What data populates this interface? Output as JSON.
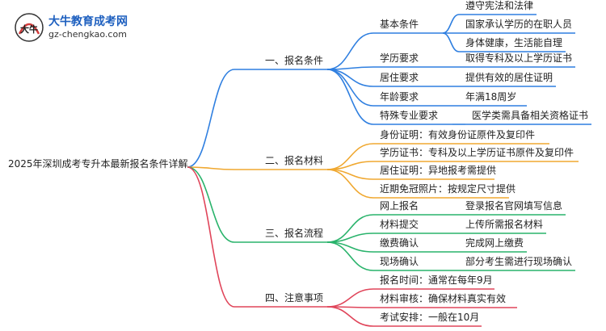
{
  "logo": {
    "title": "大牛教育成考网",
    "url": "gz-chengkao.com",
    "mark_text": "大牛"
  },
  "root": "2025年深圳成考专升本最新报名条件详解",
  "colors": {
    "branch1": "#2f7fe0",
    "branch2": "#f0a830",
    "branch3": "#29b36b",
    "branch4": "#e0455a"
  },
  "branches": [
    {
      "label": "一、报名条件",
      "children": [
        {
          "label": "基本条件",
          "children": [
            "遵守宪法和法律",
            "国家承认学历的在职人员",
            "身体健康，生活能自理"
          ]
        },
        {
          "label": "学历要求",
          "children": [
            "取得专科及以上学历证书"
          ]
        },
        {
          "label": "居住要求",
          "children": [
            "提供有效的居住证明"
          ]
        },
        {
          "label": "年龄要求",
          "children": [
            "年满18周岁"
          ]
        },
        {
          "label": "特殊专业要求",
          "children": [
            "医学类需具备相关资格证书"
          ]
        }
      ]
    },
    {
      "label": "二、报名材料",
      "children": [
        {
          "label": "身份证明：有效身份证原件及复印件",
          "children": []
        },
        {
          "label": "学历证书：专科及以上学历证书原件及复印件",
          "children": []
        },
        {
          "label": "居住证明：异地报考需提供",
          "children": []
        },
        {
          "label": "近期免冠照片：按规定尺寸提供",
          "children": []
        }
      ]
    },
    {
      "label": "三、报名流程",
      "children": [
        {
          "label": "网上报名",
          "children": [
            "登录报名官网填写信息"
          ]
        },
        {
          "label": "材料提交",
          "children": [
            "上传所需报名材料"
          ]
        },
        {
          "label": "缴费确认",
          "children": [
            "完成网上缴费"
          ]
        },
        {
          "label": "现场确认",
          "children": [
            "部分考生需进行现场确认"
          ]
        }
      ]
    },
    {
      "label": "四、注意事项",
      "children": [
        {
          "label": "报名时间：通常在每年9月",
          "children": []
        },
        {
          "label": "材料审核：确保材料真实有效",
          "children": []
        },
        {
          "label": "考试安排：一般在10月",
          "children": []
        }
      ]
    }
  ]
}
